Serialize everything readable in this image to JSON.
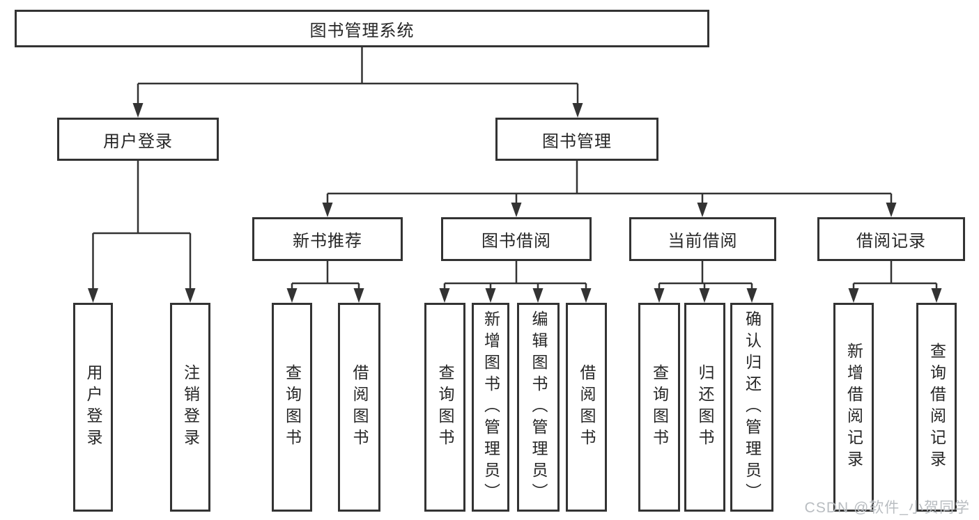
{
  "diagram": {
    "title": "图书管理系统",
    "branches": [
      {
        "label": "用户登录",
        "leaves": [
          "用户登录",
          "注销登录"
        ]
      },
      {
        "label": "图书管理",
        "children": [
          {
            "label": "新书推荐",
            "leaves": [
              "查询图书",
              "借阅图书"
            ]
          },
          {
            "label": "图书借阅",
            "leaves": [
              "查询图书",
              "新增图书（管理员）",
              "编辑图书（管理员）",
              "借阅图书"
            ]
          },
          {
            "label": "当前借阅",
            "leaves": [
              "查询图书",
              "归还图书",
              "确认归还（管理员）"
            ]
          },
          {
            "label": "借阅记录",
            "leaves": [
              "新增借阅记录",
              "查询借阅记录"
            ]
          }
        ]
      }
    ]
  },
  "watermark": {
    "text": "CSDN @软件_小贺同学",
    "color": "#b9bdc1"
  },
  "colors": {
    "background": "#ffffff",
    "line": "#333333",
    "text": "#262626"
  }
}
